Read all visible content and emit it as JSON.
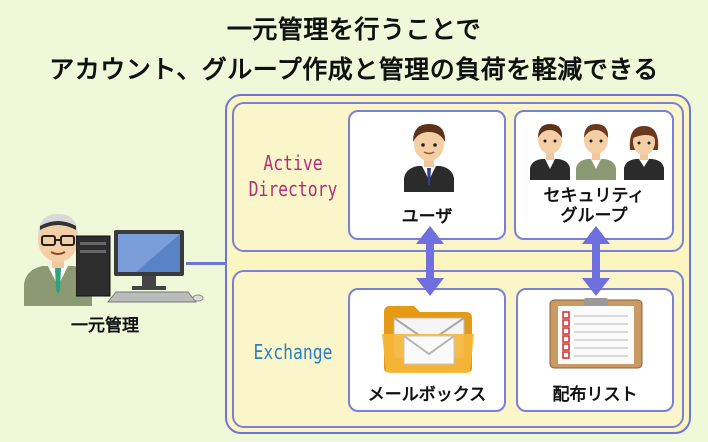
{
  "title": {
    "line1": "一元管理を行うことで",
    "line2": "アカウント、グループ作成と管理の負荷を軽減できる"
  },
  "sections": {
    "active_directory_label": "Active\nDirectory",
    "exchange_label": "Exchange"
  },
  "cards": {
    "user": "ユーザ",
    "security_group": "セキュリティ\nグループ",
    "mailbox": "メールボックス",
    "distribution_list": "配布リスト"
  },
  "admin": {
    "label": "一元管理"
  },
  "colors": {
    "background": "#eff8d8",
    "panel": "#fbf6bf",
    "border": "#6f75d6",
    "arrow": "#6f6fe0",
    "ad_label": "#b22e7a",
    "exchange_label": "#2a7fc5"
  },
  "icons": [
    "admin-person-icon",
    "computer-icon",
    "user-icon",
    "group-icon",
    "mail-folder-icon",
    "clipboard-list-icon"
  ]
}
